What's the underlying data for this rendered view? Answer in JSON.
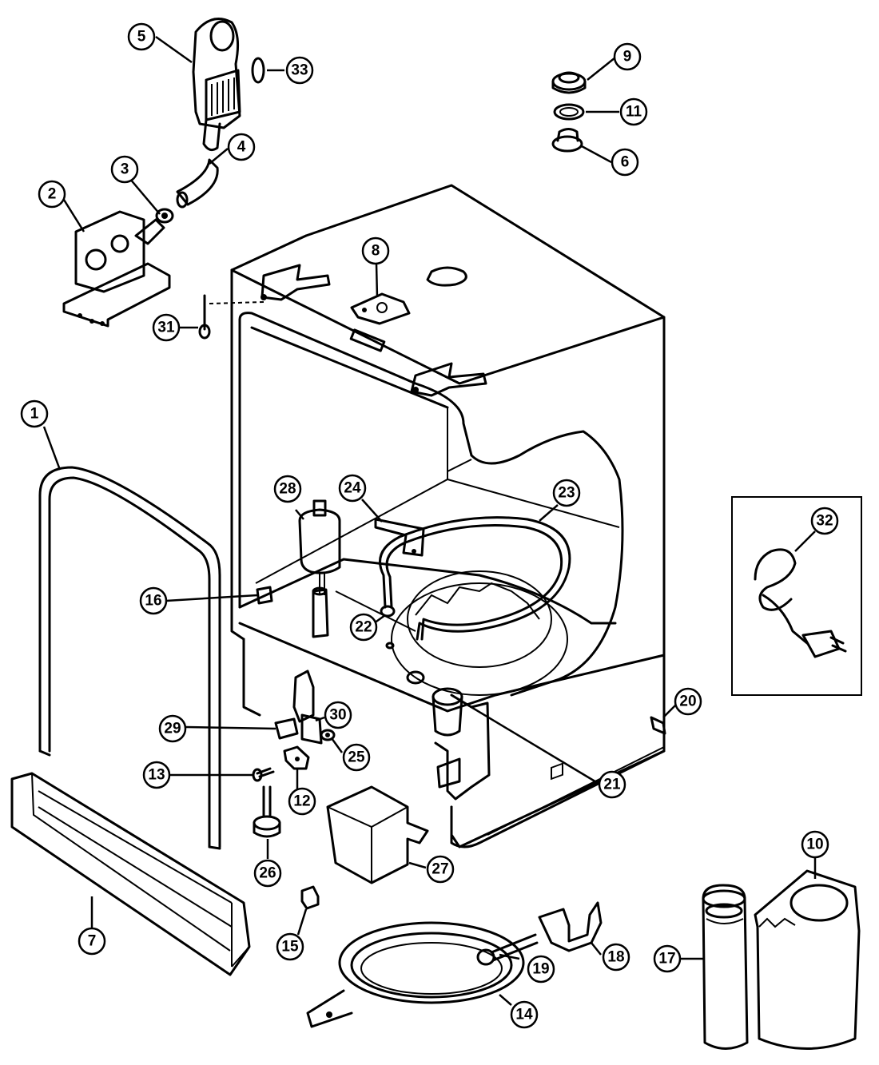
{
  "callouts": [
    {
      "id": "c1",
      "label": "1"
    },
    {
      "id": "c2",
      "label": "2"
    },
    {
      "id": "c3",
      "label": "3"
    },
    {
      "id": "c4",
      "label": "4"
    },
    {
      "id": "c5",
      "label": "5"
    },
    {
      "id": "c6",
      "label": "6"
    },
    {
      "id": "c7",
      "label": "7"
    },
    {
      "id": "c8",
      "label": "8"
    },
    {
      "id": "c9",
      "label": "9"
    },
    {
      "id": "c10",
      "label": "10"
    },
    {
      "id": "c11",
      "label": "11"
    },
    {
      "id": "c12",
      "label": "12"
    },
    {
      "id": "c13",
      "label": "13"
    },
    {
      "id": "c14",
      "label": "14"
    },
    {
      "id": "c15",
      "label": "15"
    },
    {
      "id": "c16",
      "label": "16"
    },
    {
      "id": "c17",
      "label": "17"
    },
    {
      "id": "c18",
      "label": "18"
    },
    {
      "id": "c19",
      "label": "19"
    },
    {
      "id": "c20",
      "label": "20"
    },
    {
      "id": "c21",
      "label": "21"
    },
    {
      "id": "c22",
      "label": "22"
    },
    {
      "id": "c23",
      "label": "23"
    },
    {
      "id": "c24",
      "label": "24"
    },
    {
      "id": "c25",
      "label": "25"
    },
    {
      "id": "c26",
      "label": "26"
    },
    {
      "id": "c27",
      "label": "27"
    },
    {
      "id": "c28",
      "label": "28"
    },
    {
      "id": "c29",
      "label": "29"
    },
    {
      "id": "c30",
      "label": "30"
    },
    {
      "id": "c31",
      "label": "31"
    },
    {
      "id": "c32",
      "label": "32"
    },
    {
      "id": "c33",
      "label": "33"
    }
  ]
}
